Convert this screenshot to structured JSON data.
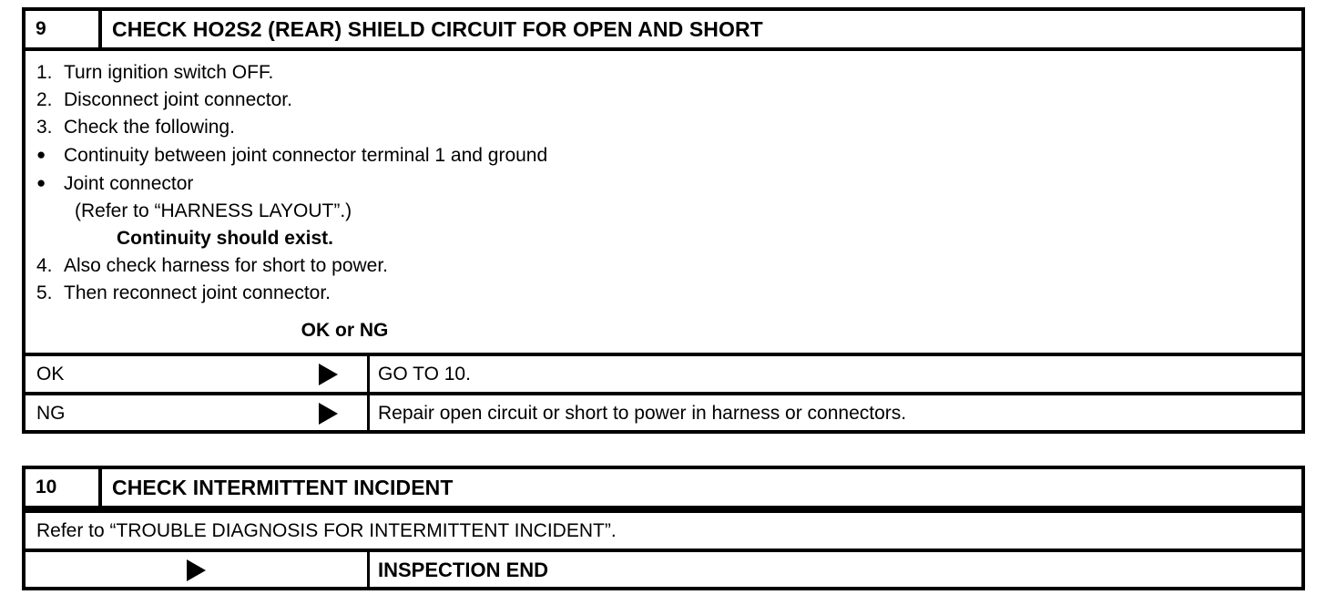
{
  "document": {
    "kind": "service-manual-diagnostic-flowchart"
  },
  "steps": [
    {
      "number": "9",
      "title": "CHECK HO2S2 (REAR) SHIELD CIRCUIT FOR OPEN AND SHORT",
      "procedure": [
        {
          "marker": "1.",
          "text": "Turn ignition switch OFF."
        },
        {
          "marker": "2.",
          "text": "Disconnect joint connector."
        },
        {
          "marker": "3.",
          "text": "Check the following."
        },
        {
          "marker": "●",
          "text": "Continuity between joint connector terminal 1 and ground"
        },
        {
          "marker": "●",
          "text": "Joint connector"
        },
        {
          "marker": "",
          "text": "(Refer to “HARNESS LAYOUT”.)"
        },
        {
          "marker": "",
          "text": "Continuity should exist."
        },
        {
          "marker": "4.",
          "text": "Also check harness for short to power."
        },
        {
          "marker": "5.",
          "text": "Then reconnect joint connector."
        }
      ],
      "decision_label": "OK or NG",
      "results": [
        {
          "label": "OK",
          "arrow": "right-triangle",
          "action": "GO TO 10."
        },
        {
          "label": "NG",
          "arrow": "right-triangle",
          "action": "Repair open circuit or short to power in harness or connectors."
        }
      ]
    },
    {
      "number": "10",
      "title": "CHECK INTERMITTENT INCIDENT",
      "note": "Refer to “TROUBLE DIAGNOSIS FOR INTERMITTENT INCIDENT”.",
      "results": [
        {
          "label": "",
          "arrow": "right-triangle",
          "action": "INSPECTION END"
        }
      ]
    }
  ],
  "colors": {
    "ink": "#000000",
    "paper": "#ffffff"
  }
}
